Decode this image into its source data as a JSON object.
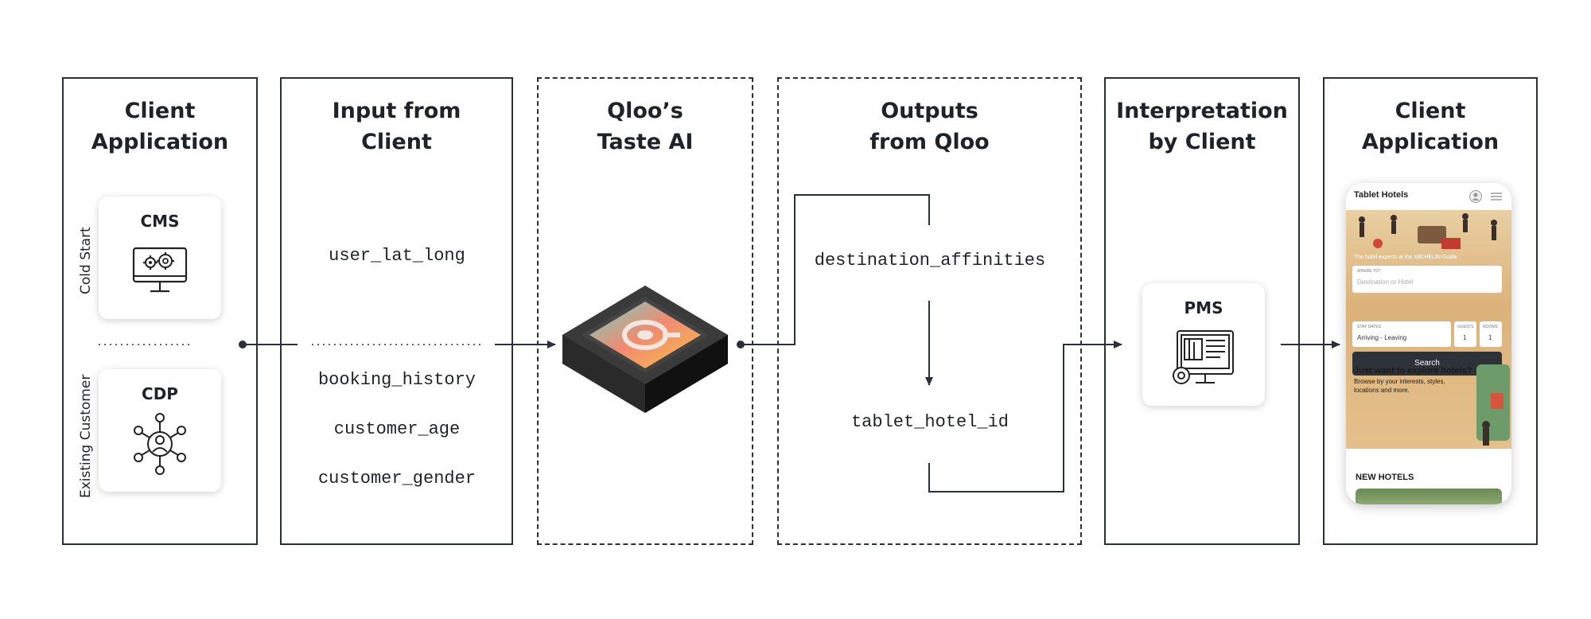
{
  "columns": [
    {
      "title_line1": "Client",
      "title_line2": "Application"
    },
    {
      "title_line1": "Input from",
      "title_line2": "Client"
    },
    {
      "title_line1": "Qloo’s",
      "title_line2": "Taste AI"
    },
    {
      "title_line1": "Outputs",
      "title_line2": "from Qloo"
    },
    {
      "title_line1": "Interpretation",
      "title_line2": "by Client"
    },
    {
      "title_line1": "Client",
      "title_line2": "Application"
    }
  ],
  "segments": {
    "top": "Cold Start",
    "bottom": "Existing Customer"
  },
  "systems": {
    "cms": "CMS",
    "cdp": "CDP",
    "pms": "PMS"
  },
  "inputs": [
    "user_lat_long",
    "booking_history",
    "customer_age",
    "customer_gender"
  ],
  "outputs": [
    "destination_affinities",
    "tablet_hotel_id"
  ],
  "phone": {
    "brand": "Tablet Hotels",
    "tagline": "The hotel experts at the MICHELIN Guide",
    "where_label": "WHERE TO?",
    "where_placeholder": "Destination or Hotel",
    "dates_label": "STAY DATES",
    "dates_value": "Arriving - Leaving",
    "guests_label": "GUESTS",
    "guests_value": "1",
    "rooms_label": "ROOMS",
    "rooms_value": "1",
    "search_button": "Search",
    "explore_heading": "Just want to explore hotels?",
    "explore_text": "Browse by your interests, styles, locations and more.",
    "new_hotels": "NEW HOTELS"
  },
  "colors": {
    "line": "#2b3038",
    "text": "#1f2328"
  },
  "icons": [
    "monitor-gears-icon",
    "network-person-icon",
    "hotel-pms-icon",
    "qloo-logo-icon",
    "user-icon",
    "menu-icon"
  ]
}
